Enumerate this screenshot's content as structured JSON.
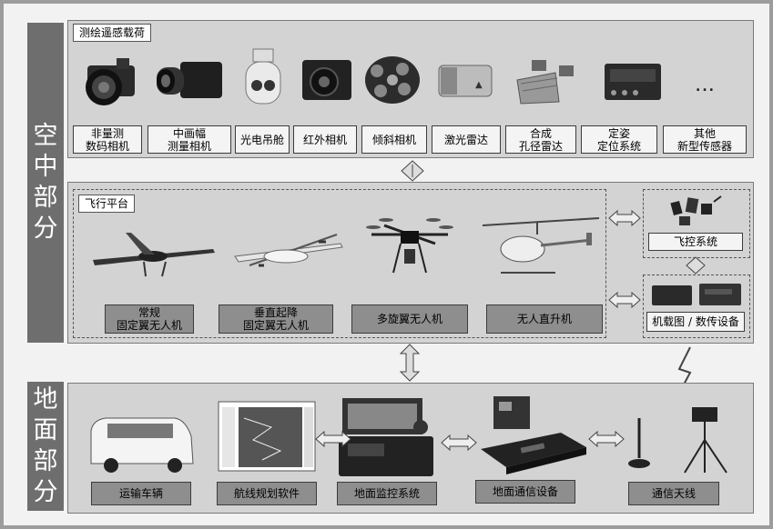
{
  "sidebar": {
    "air": "空中部分",
    "ground": "地面部分"
  },
  "payload": {
    "title": "测绘遥感载荷",
    "items": [
      {
        "line1": "非量测",
        "line2": "数码相机",
        "icon": "dslr-camera-icon"
      },
      {
        "line1": "中画幅",
        "line2": "测量相机",
        "icon": "medium-format-camera-icon"
      },
      {
        "line1": "光电吊舱",
        "line2": "",
        "icon": "gimbal-pod-icon"
      },
      {
        "line1": "红外相机",
        "line2": "",
        "icon": "infrared-camera-icon"
      },
      {
        "line1": "倾斜相机",
        "line2": "",
        "icon": "oblique-camera-icon"
      },
      {
        "line1": "激光雷达",
        "line2": "",
        "icon": "lidar-icon"
      },
      {
        "line1": "合成",
        "line2": "孔径雷达",
        "icon": "sar-icon"
      },
      {
        "line1": "定姿",
        "line2": "定位系统",
        "icon": "pos-system-icon"
      },
      {
        "line1": "其他",
        "line2": "新型传感器",
        "icon": "other-sensor-icon"
      }
    ],
    "more": "..."
  },
  "platform": {
    "title": "飞行平台",
    "items": [
      {
        "line1": "常规",
        "line2": "固定翼无人机",
        "icon": "fixed-wing-uav-icon"
      },
      {
        "line1": "垂直起降",
        "line2": "固定翼无人机",
        "icon": "vtol-uav-icon"
      },
      {
        "line1": "多旋翼无人机",
        "line2": "",
        "icon": "multirotor-uav-icon"
      },
      {
        "line1": "无人直升机",
        "line2": "",
        "icon": "helicopter-uav-icon"
      }
    ],
    "flight_control": "飞控系统",
    "datalink": "机载图 / 数传设备"
  },
  "ground": {
    "items": [
      {
        "label": "运输车辆",
        "icon": "van-icon"
      },
      {
        "label": "航线规划软件",
        "icon": "planning-software-icon"
      },
      {
        "label": "地面监控系统",
        "icon": "ground-station-case-icon"
      },
      {
        "label": "地面通信设备",
        "icon": "comm-device-icon"
      },
      {
        "label": "通信天线",
        "icon": "antenna-icon"
      }
    ]
  },
  "colors": {
    "panel": "#d3d3d3",
    "label": "#8e8e8e",
    "sidebar": "#6e6e6e",
    "frame": "#9c9c9c"
  }
}
